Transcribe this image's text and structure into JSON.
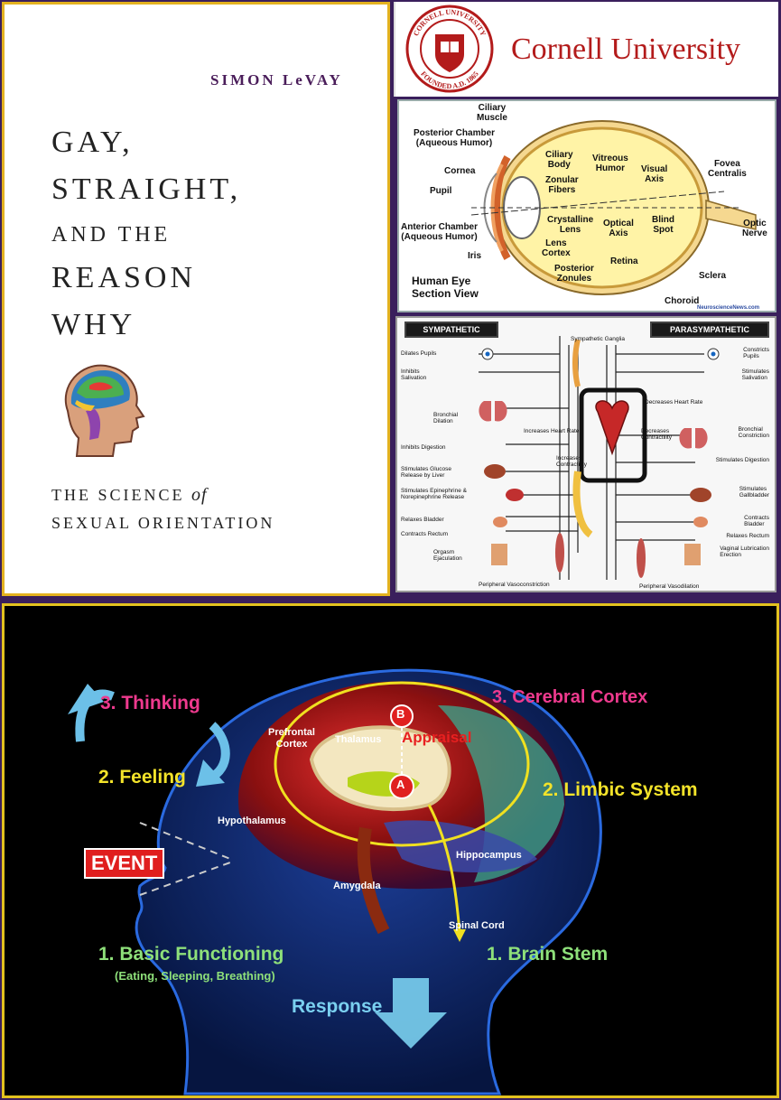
{
  "book": {
    "author": "SIMON LeVAY",
    "title_line1": "GAY,",
    "title_line2": "STRAIGHT,",
    "title_line3": "AND THE",
    "title_line4": "REASON",
    "title_line5": "WHY",
    "subtitle_line1_a": "THE SCIENCE",
    "subtitle_line1_b": "of",
    "subtitle_line2": "SEXUAL ORIENTATION"
  },
  "cornell": {
    "name": "Cornell University",
    "seal_top": "CORNELL UNIVERSITY",
    "seal_bottom": "FOUNDED A.D. 1865"
  },
  "eye": {
    "title": "Human Eye\nSection View",
    "credit": "NeuroscienceNews.com",
    "labels": [
      "Ciliary\nMuscle",
      "Posterior Chamber\n(Aqueous Humor)",
      "Cornea",
      "Pupil",
      "Anterior Chamber\n(Aqueous Humor)",
      "Iris",
      "Ciliary\nBody",
      "Zonular\nFibers",
      "Crystalline\nLens",
      "Lens\nCortex",
      "Posterior\nZonules",
      "Vitreous\nHumor",
      "Optical\nAxis",
      "Visual\nAxis",
      "Blind\nSpot",
      "Retina",
      "Fovea\nCentralis",
      "Optic\nNerve",
      "Sclera",
      "Choroid"
    ]
  },
  "ans": {
    "left_header": "SYMPATHETIC",
    "right_header": "PARASYMPATHETIC",
    "center_top": "Sympathetic Ganglia",
    "left_items": [
      "Dilates Pupils",
      "Inhibits\nSalivation",
      "Bronchial\nDilation",
      "Inhibits Digestion",
      "Stimulates Glucose\nRelease by Liver",
      "Stimulates Epinephrine &\nNorepinephrine Release",
      "Relaxes Bladder",
      "Contracts Rectum",
      "Orgasm\nEjaculation"
    ],
    "right_items": [
      "Constricts\nPupils",
      "Stimulates\nSalivation",
      "Bronchial\nConstriction",
      "Stimulates Digestion",
      "Stimulates\nGallbladder",
      "Contracts\nBladder",
      "Relaxes Rectum",
      "Vaginal Lubrication\nErection"
    ],
    "center_items": [
      "Decreases Heart Rate",
      "Increases Heart Rate",
      "Decreases\nContractility",
      "Increases\nContractility"
    ],
    "bottom_left": "Peripheral Vasoconstriction",
    "bottom_right": "Peripheral Vasodilation"
  },
  "brain": {
    "thinking": "3. Thinking",
    "feeling": "2. Feeling",
    "cortex": "3. Cerebral Cortex",
    "limbic": "2. Limbic System",
    "event": "EVENT",
    "basic": "1. Basic Functioning",
    "basic_sub": "(Eating, Sleeping, Breathing)",
    "stem": "1. Brain Stem",
    "response": "Response",
    "prefrontal": "Prefrontal\nCortex",
    "thalamus": "Thalamus",
    "appraisal": "Appraisal",
    "hypothalamus": "Hypothalamus",
    "hippocampus": "Hippocampus",
    "amygdala": "Amygdala",
    "spinal": "Spinal Cord",
    "marker_a": "A",
    "marker_b": "B"
  }
}
